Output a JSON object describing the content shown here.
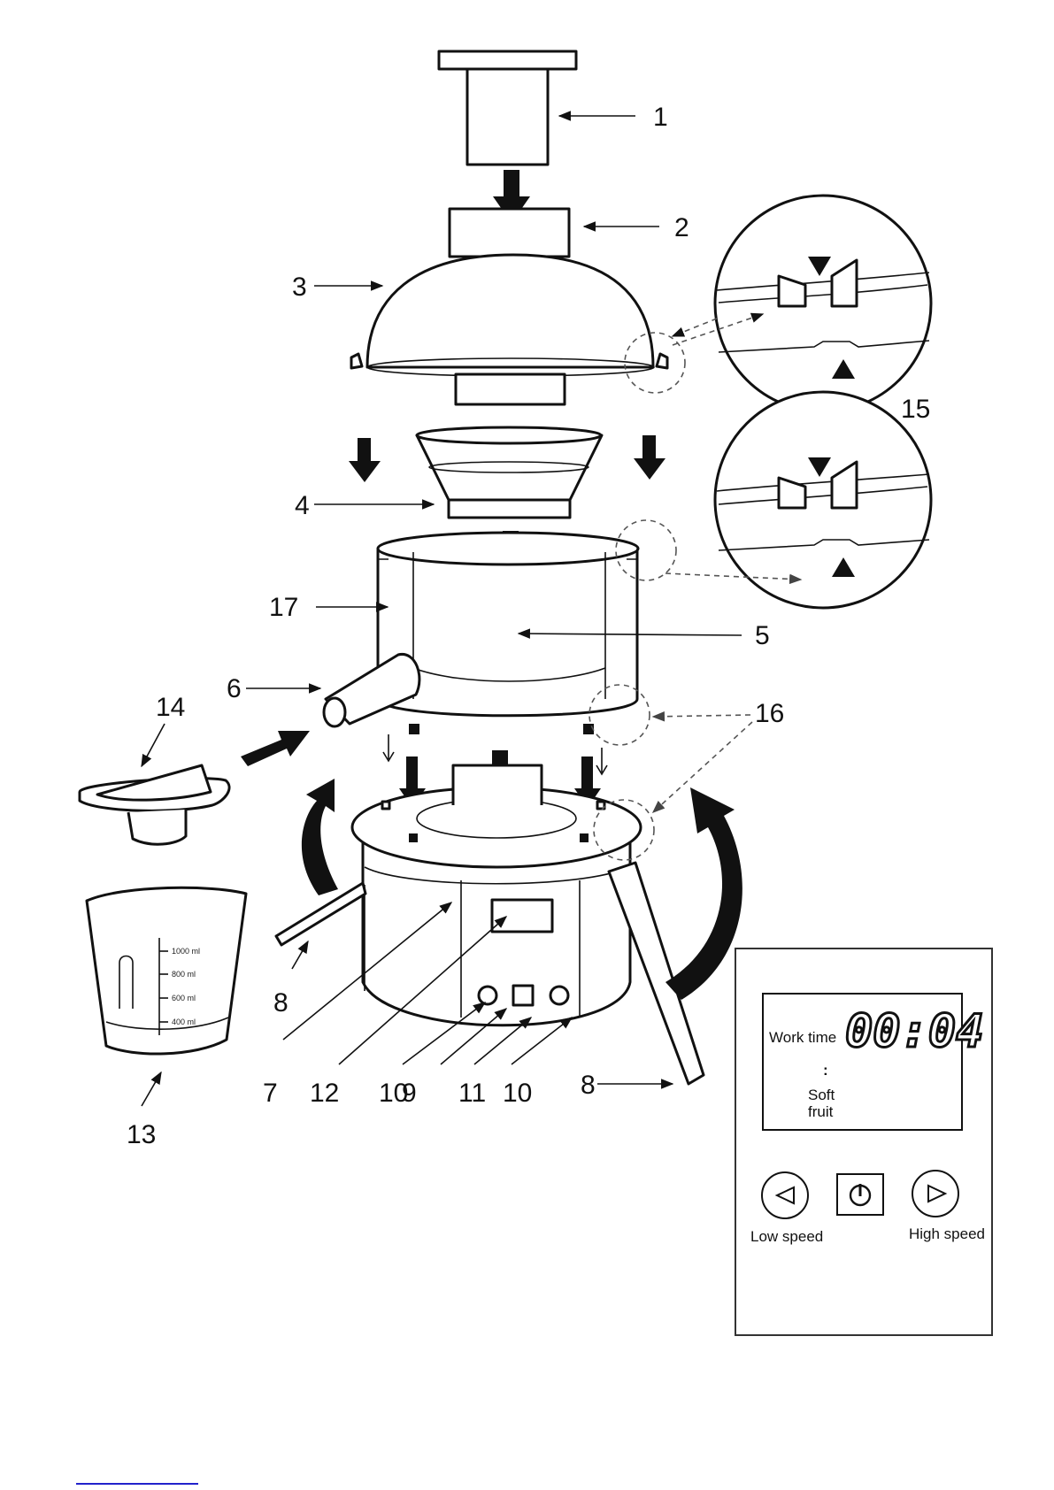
{
  "labels": [
    "1",
    "2",
    "3",
    "4",
    "5",
    "6",
    "7",
    "8",
    "9",
    "10",
    "11",
    "12",
    "13",
    "14",
    "15",
    "16",
    "17"
  ],
  "label_8_second": "8",
  "label_10_second": "10",
  "jug_scale": [
    "1000 ml",
    "800 ml",
    "600 ml",
    "400 ml"
  ],
  "panel": {
    "work_time_label": "Work time",
    "timer": "00:04",
    "mode_indicator": ":",
    "mode_label_line1": "Soft",
    "mode_label_line2": "fruit",
    "low_speed": "Low speed",
    "high_speed": "High speed"
  },
  "colors": {
    "line": "#111111",
    "link": "#2222cc"
  }
}
